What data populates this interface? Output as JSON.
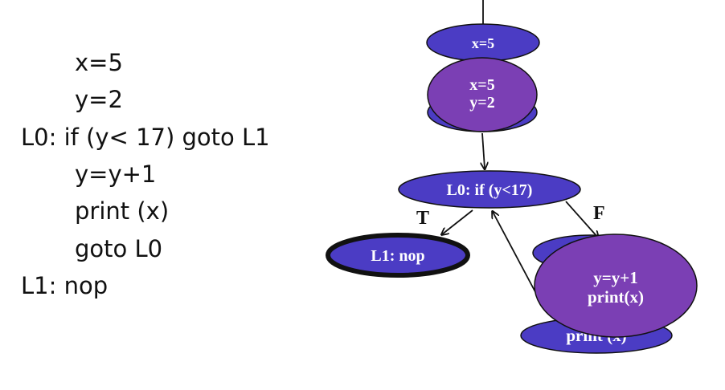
{
  "code": {
    "lines": [
      "x=5",
      "y=2",
      "L0: if (y< 17) goto L1",
      "y=y+1",
      "print (x)",
      "goto L0",
      "L1: nop"
    ]
  },
  "diagram": {
    "nodes": {
      "x5_back": "x=5",
      "xy_merged_line1": "x=5",
      "xy_merged_line2": "y=2",
      "l0_if": "L0: if (y<17)",
      "l1_nop": "L1: nop",
      "print_back": "print (x)",
      "yy_merged_line1": "y=y+1",
      "yy_merged_line2": "print(x)"
    },
    "edge_labels": {
      "true_label": "T",
      "false_label": "F"
    },
    "colors": {
      "blue_node": "#4b3cc4",
      "purple_node": "#7b3fb4",
      "outline": "#111111"
    }
  }
}
